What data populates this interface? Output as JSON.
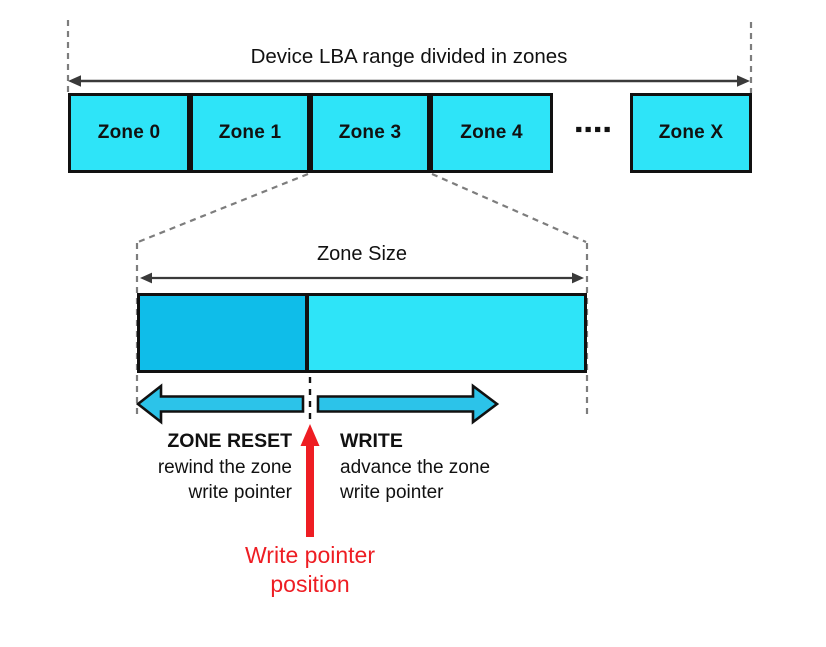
{
  "diagram": {
    "title": "Device LBA range divided in zones",
    "zones": [
      {
        "label": "Zone 0"
      },
      {
        "label": "Zone 1"
      },
      {
        "label": "Zone 3"
      },
      {
        "label": "Zone 4"
      },
      {
        "label": "Zone X"
      }
    ],
    "ellipsis": "▪▪▪▪",
    "zone_size_label": "Zone Size",
    "zone_reset": {
      "title": "ZONE RESET",
      "desc_line1": "rewind the zone",
      "desc_line2": "write pointer"
    },
    "write": {
      "title": "WRITE",
      "desc_line1": "advance the zone",
      "desc_line2": "write pointer"
    },
    "write_pointer": {
      "line1": "Write pointer",
      "line2": "position"
    },
    "colors": {
      "zone_fill": "#2EE4F8",
      "written_region_fill": "#0FBDE9",
      "action_arrow_fill": "#2CC3E9",
      "write_pointer_red": "#EE1D23",
      "dashed_line_gray": "#7D7D7D",
      "outline_black": "#111111"
    }
  }
}
